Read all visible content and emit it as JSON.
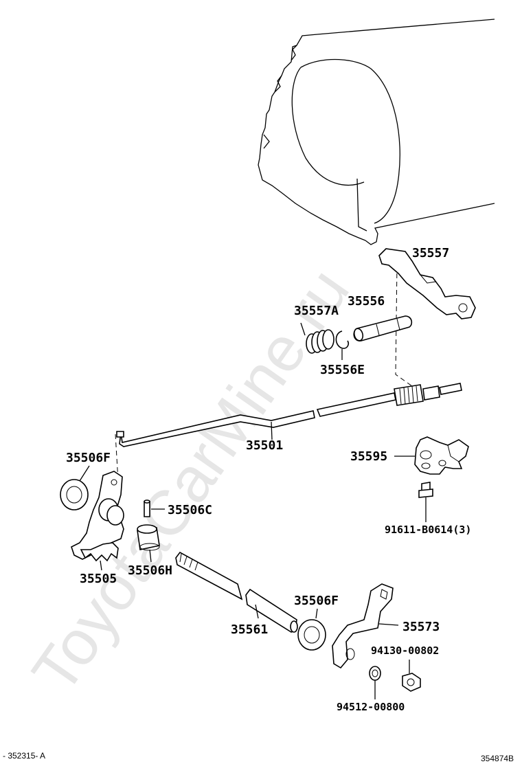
{
  "watermark": "ToyotaCarMine.ru",
  "labels": {
    "p35557": "35557",
    "p35557A": "35557A",
    "p35556": "35556",
    "p35556E": "35556E",
    "p35501": "35501",
    "p35595": "35595",
    "p91611": "91611-B0614(3)",
    "p35506F_top": "35506F",
    "p35506C": "35506C",
    "p35505": "35505",
    "p35506H": "35506H",
    "p35561": "35561",
    "p35506F_bottom": "35506F",
    "p35573": "35573",
    "p94130": "94130-00802",
    "p94512": "94512-00800"
  },
  "footer": {
    "left_code": "- 352315- A",
    "right_code": "354874B"
  }
}
